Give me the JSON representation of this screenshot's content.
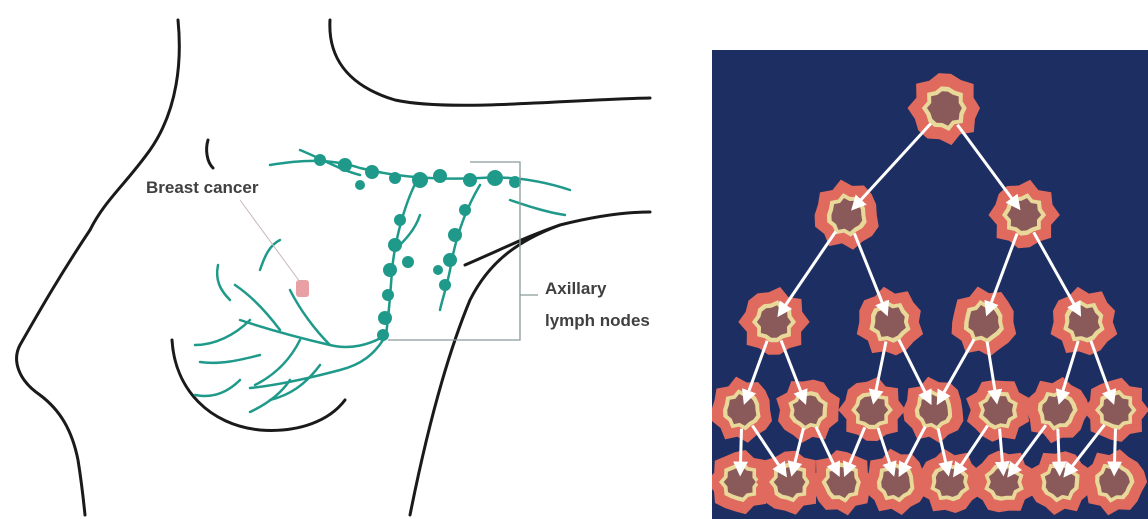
{
  "anatomy": {
    "labels": {
      "tumor": "Breast cancer",
      "nodes_line1": "Axillary",
      "nodes_line2": "lymph nodes"
    },
    "colors": {
      "outline": "#1a1a1a",
      "lymph": "#1f9a8a",
      "tumor": "#e8a0a4",
      "label_text": "#404040",
      "bracket": "#8a9a9a"
    }
  },
  "cell_division": {
    "background": "#1d2f62",
    "cell_colors": {
      "outer": "#e06a5e",
      "ring": "#e8d89a",
      "nucleus": "#8a5a5a"
    },
    "arrow_color": "#ffffff",
    "cells_per_row": [
      1,
      2,
      4,
      7,
      8
    ]
  }
}
